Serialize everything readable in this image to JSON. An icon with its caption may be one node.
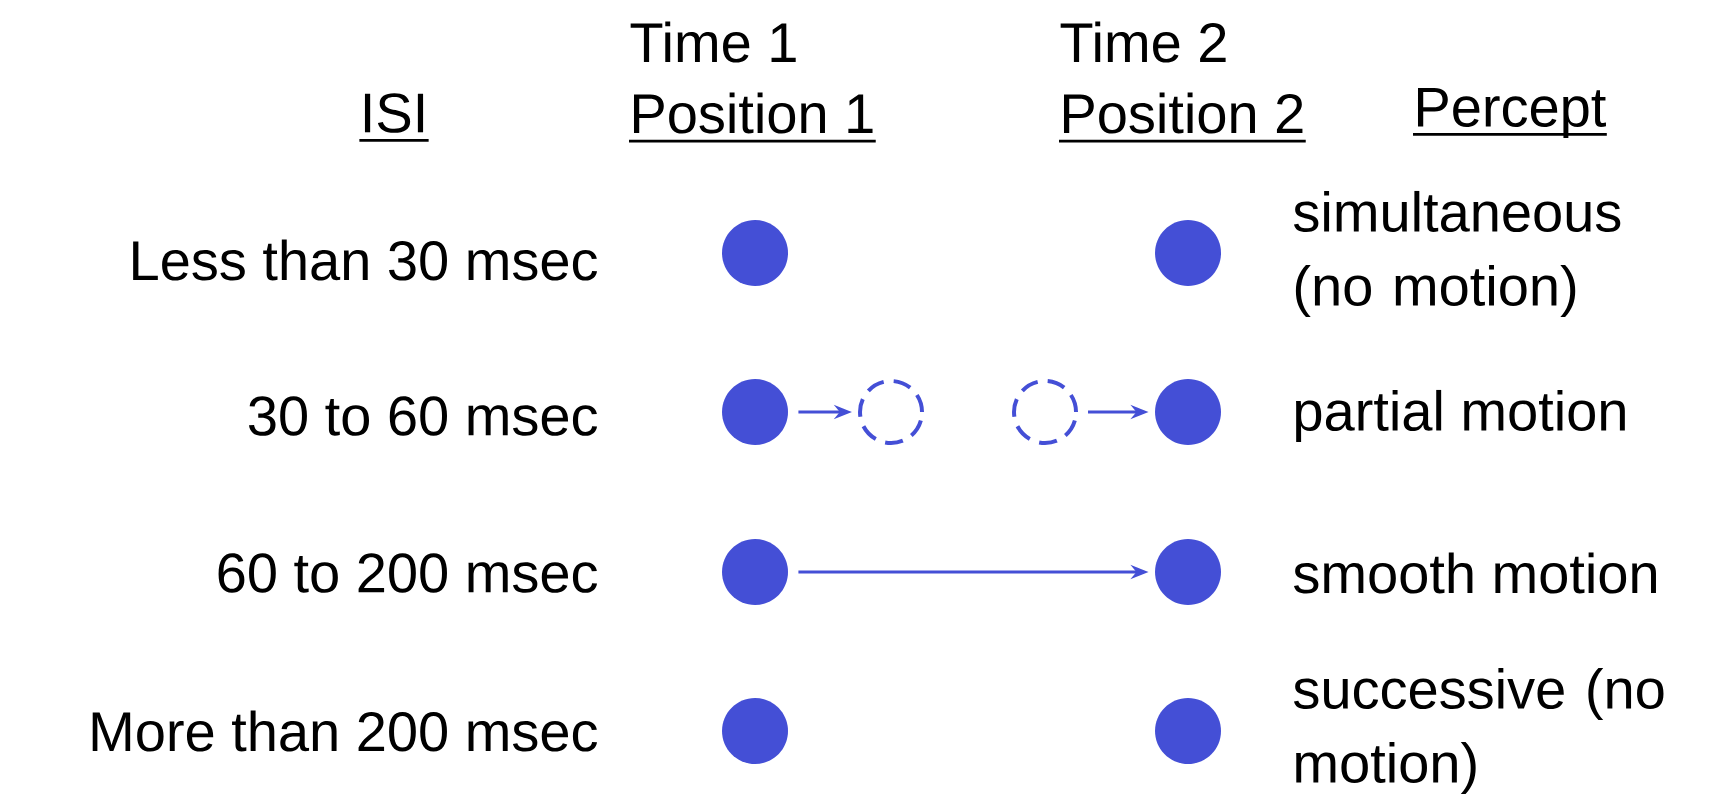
{
  "diagram": {
    "nodes": [
      {
        "text": [],
        "shape": "circle"
      },
      {
        "text": [],
        "shape": "circle"
      },
      {
        "text": [],
        "shape": "circle"
      },
      {
        "text": [],
        "shape": "circle"
      },
      {
        "text": [],
        "shape": "circle"
      },
      {
        "text": [],
        "shape": "circle"
      },
      {
        "text": [],
        "shape": "circle"
      },
      {
        "text": [],
        "shape": "circle"
      },
      {
        "text": [],
        "shape": "circle"
      },
      {
        "text": [],
        "shape": "circle"
      }
    ],
    "edges": [
      {
        "from": 2,
        "to": 3,
        "arrow": "to"
      },
      {
        "from": 4,
        "to": 5,
        "arrow": "to"
      },
      {
        "from": 6,
        "to": 7,
        "arrow": "to"
      }
    ],
    "labels": [
      "Time 1",
      "Time 2",
      "ISI",
      "Position 1",
      "Position 2",
      "Percept",
      "Less than 30 msec",
      "simultaneous (no motion)",
      "30 to 60 msec",
      "partial motion",
      "60 to 200 msec",
      "smooth motion",
      "More than 200 msec",
      "successive (no motion)"
    ]
  }
}
